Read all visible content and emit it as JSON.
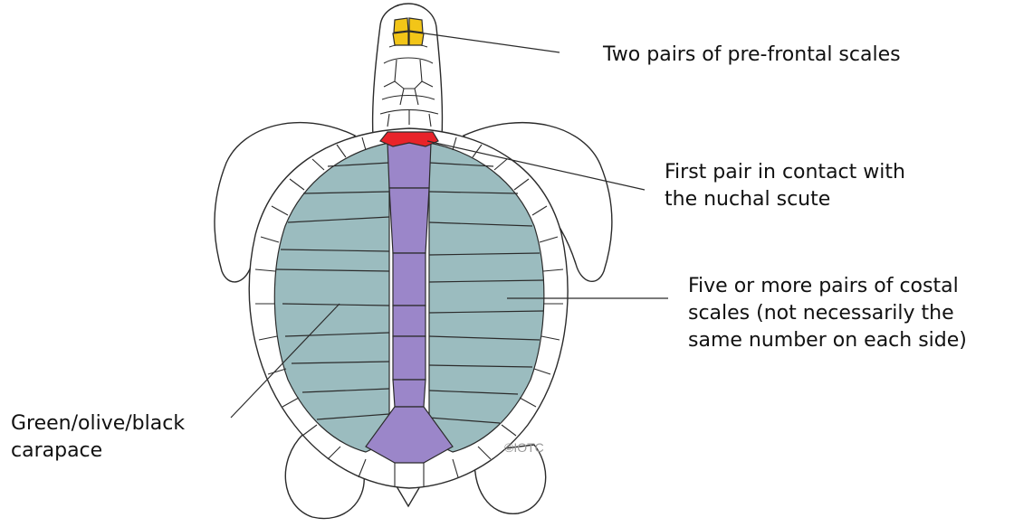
{
  "labels": {
    "prefrontal": "Two pairs of pre-frontal scales",
    "first_pair_line1": "First pair in contact with",
    "first_pair_line2": "the nuchal scute",
    "costal_line1": "Five or more pairs of costal",
    "costal_line2": "scales (not necessarily the",
    "costal_line3": "same number on each side)",
    "carapace_line1": "Green/olive/black",
    "carapace_line2": "carapace",
    "credit": "©IOTC"
  },
  "colors": {
    "prefrontal": "#f2c518",
    "nuchal": "#e8232a",
    "vertebral": "#9b86c9",
    "costal": "#9bbcbf",
    "marginal": "#ffffff",
    "outline": "#2b2b2b"
  }
}
